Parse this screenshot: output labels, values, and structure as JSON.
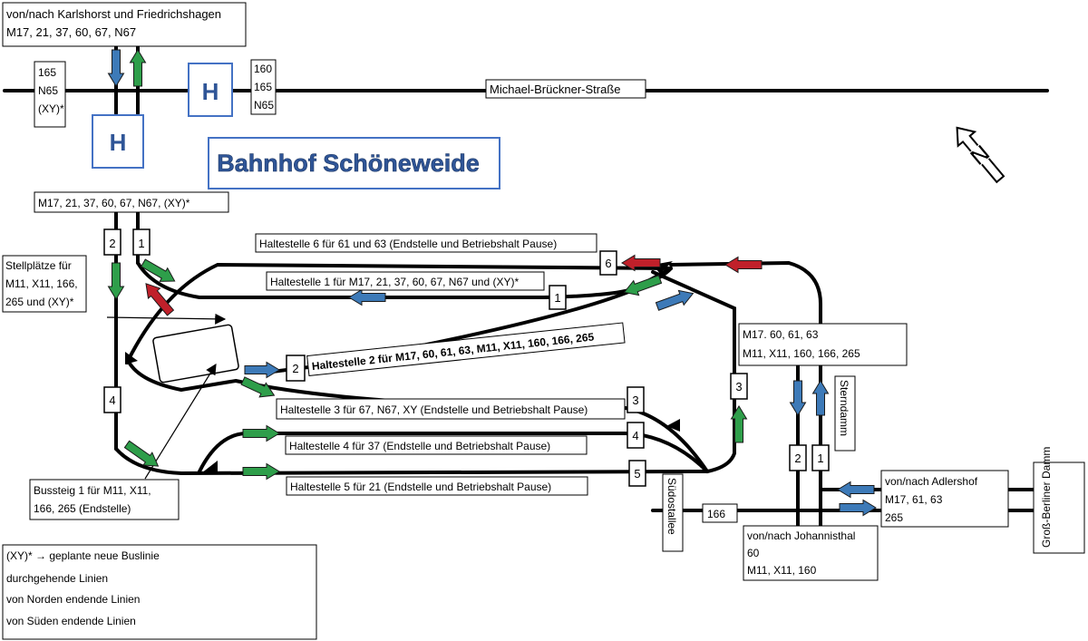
{
  "title": "Bahnhof Schöneweide",
  "streets": {
    "main": "Michael-Brückner-Straße",
    "sterndamm": "Sterndamm",
    "suedostallee": "Südostallee",
    "gross_berliner_damm": "Groß-Berliner Damm"
  },
  "halt_symbol": "H",
  "north_symbol": "N",
  "labels": {
    "karlshorst": [
      "von/nach Karlshorst und Friedrichshagen",
      "M17, 21, 37, 60, 67, N67"
    ],
    "left_stop": [
      "165",
      "N65",
      "(XY)*"
    ],
    "right_stop": [
      "160",
      "165",
      "N65"
    ],
    "entry_lines": "M17, 21, 37, 60, 67, N67, (XY)*",
    "stellplaetze": [
      "Stellplätze für",
      "M11, X11, 166,",
      "265 und (XY)*"
    ],
    "bussteig1": [
      "Bussteig 1 für M11, X11,",
      "166, 265 (Endstelle)"
    ],
    "south_lines": [
      "M17. 60, 61, 63",
      "M11, X11, 160, 166, 265"
    ],
    "adlershof": [
      "von/nach Adlershof",
      "M17, 61, 63",
      "265"
    ],
    "johannisthal": [
      "von/nach Johannisthal",
      "60",
      "M11, X11, 160"
    ],
    "line166": "166"
  },
  "haltestellen": {
    "h6": "Haltestelle 6 für 61 und 63 (Endstelle und Betriebshalt Pause)",
    "h1": "Haltestelle 1 für M17, 21, 37, 60, 67, N67 und (XY)*",
    "h2": "Haltestelle 2 für M17, 60, 61, 63, M11, X11, 160, 166, 265",
    "h3": "Haltestelle 3 für 67, N67, XY (Endstelle und Betriebshalt Pause)",
    "h4": "Haltestelle 4 für 37 (Endstelle und Betriebshalt Pause)",
    "h5": "Haltestelle 5 für 21 (Endstelle und Betriebshalt Pause)"
  },
  "lane_numbers": {
    "top_left_2": "2",
    "top_left_1": "1",
    "left_4": "4",
    "h6": "6",
    "h1": "1",
    "h2": "2",
    "h3": "3",
    "h4": "4",
    "h5": "5",
    "right_3": "3",
    "bottom_2": "2",
    "bottom_1": "1"
  },
  "legend": {
    "planned": "(XY)* → geplante neue Buslinie",
    "through": "durchgehende Linien",
    "north_ending": "von Norden endende Linien",
    "south_ending": "von Süden endende Linien"
  },
  "colors": {
    "through": "#3d7ab8",
    "north": "#2e9e4a",
    "south": "#c0202a",
    "title_blue": "#2f5597",
    "frame_blue": "#4472c4",
    "road": "#000000"
  }
}
